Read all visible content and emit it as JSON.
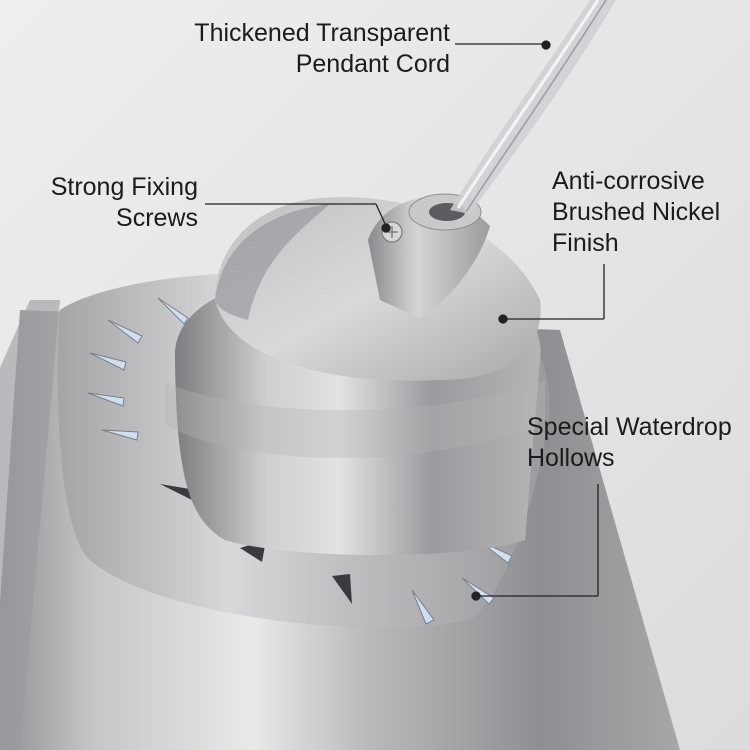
{
  "callouts": {
    "cord": {
      "line1": "Thickened Transparent",
      "line2": "Pendant Cord"
    },
    "screws": {
      "line1": "Strong Fixing",
      "line2": "Screws"
    },
    "finish": {
      "line1": "Anti-corrosive",
      "line2": "Brushed Nickel",
      "line3": "Finish"
    },
    "hollows": {
      "line1": "Special Waterdrop",
      "line2": "Hollows"
    }
  },
  "colors": {
    "background": "#e9e9eb",
    "metal_light": "#d6d6d8",
    "metal_mid": "#a9a9ac",
    "metal_dark": "#6e6e72",
    "hollow_blue": "#cfe0f2",
    "text": "#1b1b1b"
  }
}
